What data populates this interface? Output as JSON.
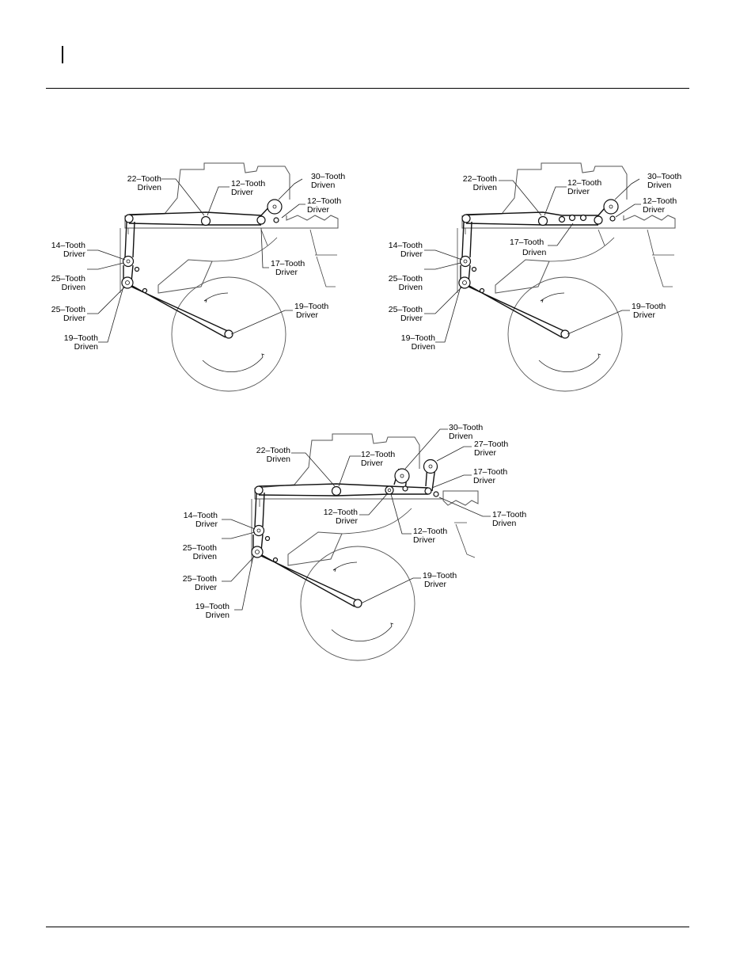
{
  "diagrams": [
    {
      "id": "top-left",
      "labels": [
        {
          "id": "d1-22-driven",
          "line1": "22–Tooth",
          "line2": "Driven"
        },
        {
          "id": "d1-12-driver-a",
          "line1": "12–Tooth",
          "line2": "Driver"
        },
        {
          "id": "d1-30-driven",
          "line1": "30–Tooth",
          "line2": "Driven"
        },
        {
          "id": "d1-12-driver-b",
          "line1": "12–Tooth",
          "line2": "Driver"
        },
        {
          "id": "d1-14-driver",
          "line1": "14–Tooth",
          "line2": "Driver"
        },
        {
          "id": "d1-25-driven",
          "line1": "25–Tooth",
          "line2": "Driven"
        },
        {
          "id": "d1-17-driver",
          "line1": "17–Tooth",
          "line2": "Driver"
        },
        {
          "id": "d1-25-driver",
          "line1": "25–Tooth",
          "line2": "Driver"
        },
        {
          "id": "d1-19-driver",
          "line1": "19–Tooth",
          "line2": "Driver"
        },
        {
          "id": "d1-19-driven",
          "line1": "19–Tooth",
          "line2": "Driven"
        }
      ]
    },
    {
      "id": "top-right",
      "labels": [
        {
          "id": "d2-22-driven",
          "line1": "22–Tooth",
          "line2": "Driven"
        },
        {
          "id": "d2-12-driver-a",
          "line1": "12–Tooth",
          "line2": "Driver"
        },
        {
          "id": "d2-30-driven",
          "line1": "30–Tooth",
          "line2": "Driven"
        },
        {
          "id": "d2-12-driver-b",
          "line1": "12–Tooth",
          "line2": "Driver"
        },
        {
          "id": "d2-14-driver",
          "line1": "14–Tooth",
          "line2": "Driver"
        },
        {
          "id": "d2-17-driven",
          "line1": "17–Tooth",
          "line2": "Driven"
        },
        {
          "id": "d2-25-driven",
          "line1": "25–Tooth",
          "line2": "Driven"
        },
        {
          "id": "d2-25-driver",
          "line1": "25–Tooth",
          "line2": "Driver"
        },
        {
          "id": "d2-19-driver",
          "line1": "19–Tooth",
          "line2": "Driver"
        },
        {
          "id": "d2-19-driven",
          "line1": "19–Tooth",
          "line2": "Driven"
        }
      ]
    },
    {
      "id": "bottom",
      "labels": [
        {
          "id": "d3-30-driven",
          "line1": "30–Tooth",
          "line2": "Driven"
        },
        {
          "id": "d3-22-driven",
          "line1": "22–Tooth",
          "line2": "Driven"
        },
        {
          "id": "d3-27-driver",
          "line1": "27–Tooth",
          "line2": "Driver"
        },
        {
          "id": "d3-12-driver-a",
          "line1": "12–Tooth",
          "line2": "Driver"
        },
        {
          "id": "d3-17-driver",
          "line1": "17–Tooth",
          "line2": "Driver"
        },
        {
          "id": "d3-12-driver-b",
          "line1": "12–Tooth",
          "line2": "Driver"
        },
        {
          "id": "d3-17-driven",
          "line1": "17–Tooth",
          "line2": "Driven"
        },
        {
          "id": "d3-14-driver",
          "line1": "14–Tooth",
          "line2": "Driver"
        },
        {
          "id": "d3-12-driver-c",
          "line1": "12–Tooth",
          "line2": "Driver"
        },
        {
          "id": "d3-25-driven",
          "line1": "25–Tooth",
          "line2": "Driven"
        },
        {
          "id": "d3-25-driver",
          "line1": "25–Tooth",
          "line2": "Driver"
        },
        {
          "id": "d3-19-driver",
          "line1": "19–Tooth",
          "line2": "Driver"
        },
        {
          "id": "d3-19-driven",
          "line1": "19–Tooth",
          "line2": "Driven"
        }
      ]
    }
  ]
}
